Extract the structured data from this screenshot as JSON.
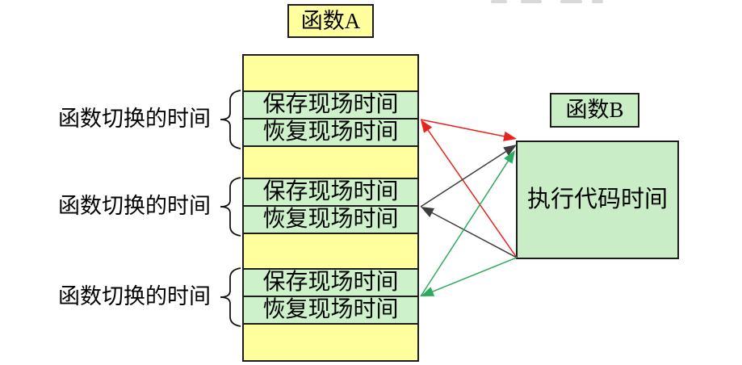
{
  "colors": {
    "page_bg": "#ffffff",
    "yellow": "#ffff9d",
    "pair_green": "#cdf2ca",
    "b_green": "#c9eec6",
    "border_dark": "#1c1c1c",
    "arrow_red": "#e8231d",
    "arrow_dark": "#3d3d3d",
    "arrow_green": "#2bab5c",
    "decor_gray": "#d9d9dc"
  },
  "function_a": {
    "title": "函数A",
    "pairs": [
      {
        "save": "保存现场时间",
        "restore": "恢复现场时间"
      },
      {
        "save": "保存现场时间",
        "restore": "恢复现场时间"
      },
      {
        "save": "保存现场时间",
        "restore": "恢复现场时间"
      }
    ]
  },
  "function_b": {
    "title": "函数B",
    "body": "执行代码时间"
  },
  "left_labels": [
    "函数切换的时间",
    "函数切换的时间",
    "函数切换的时间"
  ],
  "arrows": [
    {
      "from": "pair1",
      "to": "b_in_red",
      "color_key": "arrow_red"
    },
    {
      "from": "b_out",
      "to": "pair1",
      "color_key": "arrow_red"
    },
    {
      "from": "pair2",
      "to": "b_in_dark",
      "color_key": "arrow_dark"
    },
    {
      "from": "b_out",
      "to": "pair2",
      "color_key": "arrow_dark"
    },
    {
      "from": "pair3",
      "to": "b_in_green",
      "color_key": "arrow_green"
    },
    {
      "from": "b_out",
      "to": "pair3",
      "color_key": "arrow_green"
    }
  ]
}
